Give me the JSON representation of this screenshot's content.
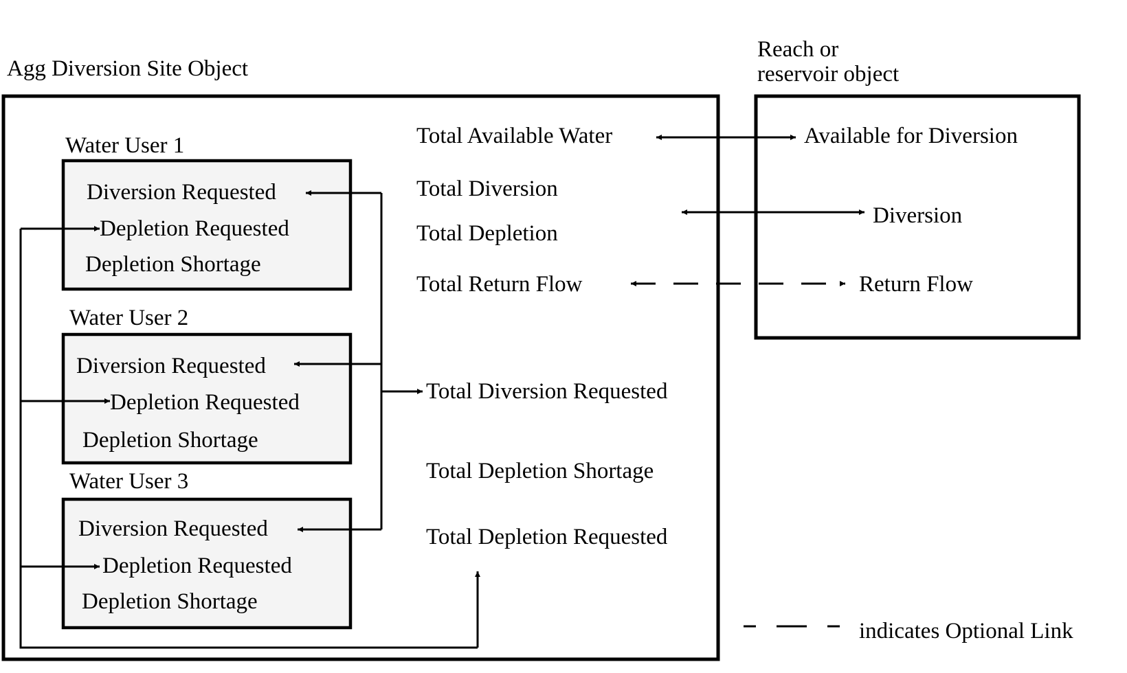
{
  "agg_object": {
    "title": "Agg Diversion Site Object",
    "users": [
      {
        "name": "Water User 1",
        "diversion": "Diversion Requested",
        "depletion": "Depletion Requested",
        "shortage": "Depletion Shortage"
      },
      {
        "name": "Water User 2",
        "diversion": "Diversion Requested",
        "depletion": "Depletion Requested",
        "shortage": "Depletion Shortage"
      },
      {
        "name": "Water User 3",
        "diversion": "Diversion Requested",
        "depletion": "Depletion Requested",
        "shortage": "Depletion Shortage"
      }
    ],
    "totals": {
      "available_water": "Total Available Water",
      "diversion": "Total Diversion",
      "depletion": "Total Depletion",
      "return_flow": "Total Return Flow",
      "diversion_requested": "Total Diversion Requested",
      "depletion_shortage": "Total Depletion Shortage",
      "depletion_requested": "Total Depletion Requested"
    }
  },
  "reach_object": {
    "title_line1": "Reach or",
    "title_line2": "reservoir object",
    "available": "Available for Diversion",
    "diversion": "Diversion",
    "return_flow": "Return Flow"
  },
  "legend": {
    "text": "indicates Optional Link"
  },
  "colors": {
    "user_box_fill": "#f4f4f4",
    "line": "#000000"
  }
}
